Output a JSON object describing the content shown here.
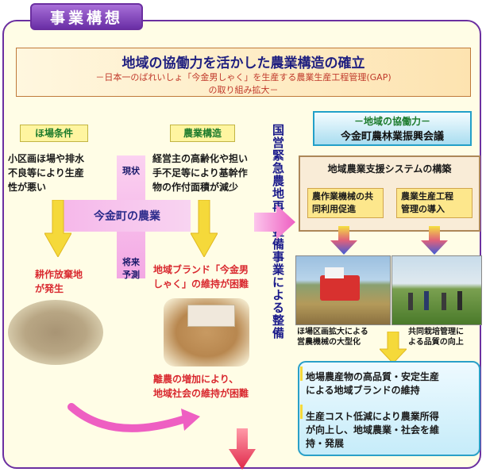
{
  "header": {
    "tab_title": "事業構想"
  },
  "banner": {
    "title": "地域の協働力を活かした農業構造の確立",
    "subtitle_line1": "－日本一のばれいしょ「今金男しゃく」を生産する農業生産工程管理(GAP)",
    "subtitle_line2": "の取り組み拡大－"
  },
  "left": {
    "field_label": "ほ場条件",
    "field_text": [
      "小区画ほ場や排水",
      "不良等により生産",
      "性が悪い"
    ],
    "field_result": [
      "耕作放棄地",
      "が発生"
    ]
  },
  "middle": {
    "structure_label": "農業構造",
    "structure_text": [
      "経営主の高齢化や担い",
      "手不足等により基幹作",
      "物の作付面積が減少"
    ],
    "structure_result": [
      "地域ブランド「今金男",
      "しゃく」の維持が困難"
    ],
    "bottom_text": [
      "離農の増加により、",
      "地域社会の維持が困難"
    ]
  },
  "center": {
    "town_label": "今金町の農業",
    "current_label": "現状",
    "future_label_1": "将来",
    "future_label_2": "予測"
  },
  "vertical_text": "国営緊急農地再編整備事業による整備",
  "right": {
    "council_top": "－地域の協働力－",
    "council_name": "今金町農林業振興会議",
    "support_title": "地域農業支援システムの構築",
    "support_item1": [
      "農作業機械の共",
      "同利用促進"
    ],
    "support_item2": [
      "農業生産工程",
      "管理の導入"
    ],
    "photo1_caption": [
      "ほ場区画拡大による",
      "営農機械の大型化"
    ],
    "photo2_caption": [
      "共同栽培管理に",
      "よる品質の向上"
    ],
    "result_item1": [
      "地場農産物の高品質・安定生産",
      "による地域ブランドの維持"
    ],
    "result_item2": [
      "生産コスト低減により農業所得",
      "が向上し、地域農業・社会を維",
      "持・発展"
    ]
  },
  "colors": {
    "frame": "#6b2fa0",
    "accent_red": "#d9292f",
    "label_green": "#1a7a2a",
    "arrow_yellow": "#f5d93a",
    "arrow_pink": "#f06bc6",
    "arrow_red": "#e0284a"
  },
  "icons": {
    "down_arrow": "yellow-down-arrow-icon",
    "right_arrow": "pink-right-arrow-icon",
    "curved_arrow": "pink-curved-arrow-icon",
    "gradient_arrow": "rainbow-down-arrow-icon"
  }
}
